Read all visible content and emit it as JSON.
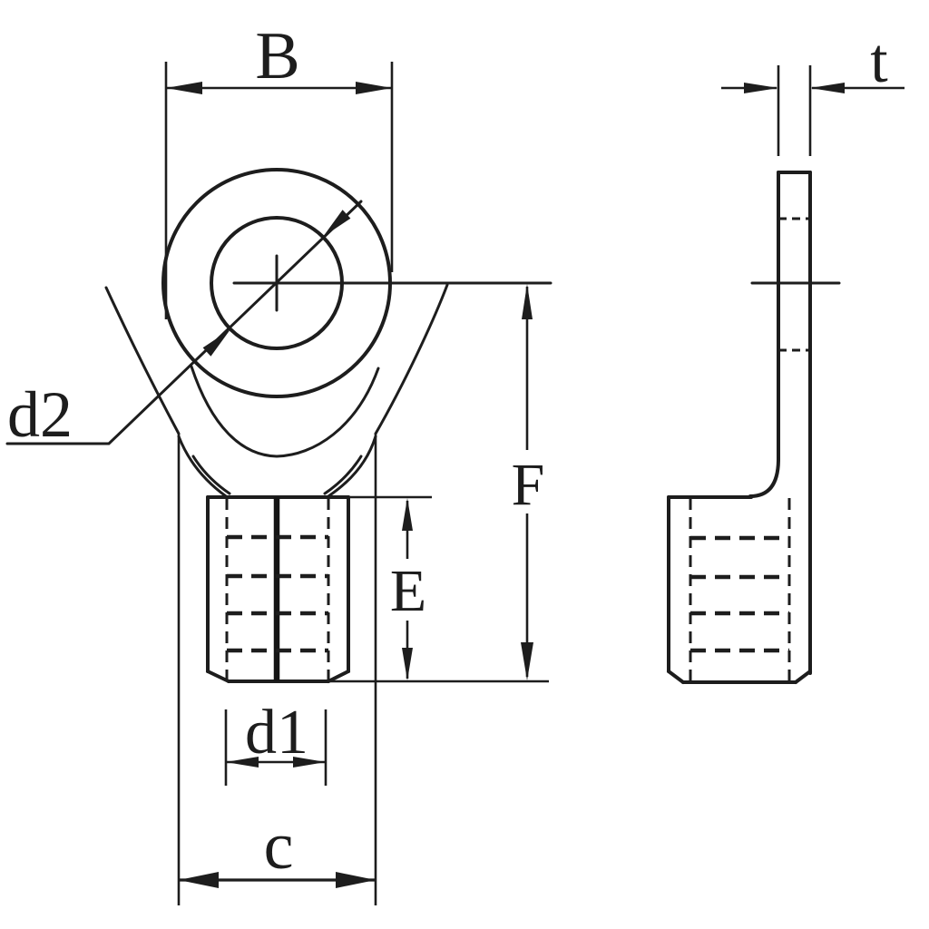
{
  "drawing": {
    "background_color": "#ffffff",
    "stroke_color": "#1d1d1d",
    "labels": {
      "B": "B",
      "d2": "d2",
      "E": "E",
      "F": "F",
      "d1": "d1",
      "c": "c",
      "t": "t"
    }
  }
}
